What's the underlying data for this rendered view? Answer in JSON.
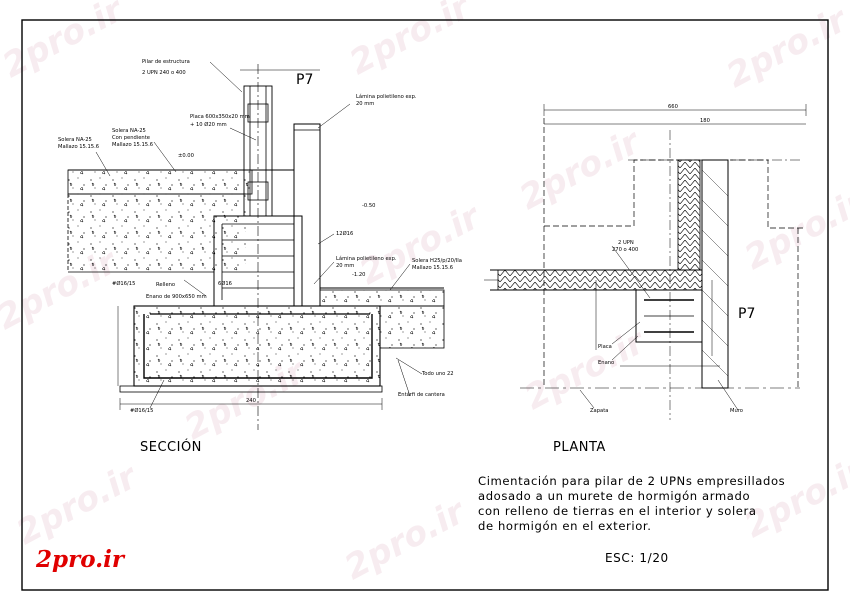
{
  "watermark": "2pro.ir",
  "brand": "2pro.ir",
  "section": {
    "title": "SECCIÓN",
    "column_mark": "P7",
    "notes": {
      "pillar": "Pilar de estructura",
      "pillar_spec": "2 UPN 240 o 400",
      "plate": "Placa 600x350x20 mm",
      "plate_bolts": "+ 10 Ø20 mm",
      "lamina_top": "Lámina polietileno exp.",
      "lamina_top_mm": "20 mm",
      "solera_left": "Solera NA-25",
      "solera_left_mesh": "Mallazo 15.15.6",
      "solera_mid": "Solera NA-25",
      "solera_mid2": "Con pendiente",
      "solera_mid_mesh": "Mallazo 15.15.6",
      "level_0": "±0.00",
      "level_050": "-0.50",
      "level_120": "-1.20",
      "bar_12": "12Ø16",
      "lamina_mid": "Lámina polietileno exp.",
      "lamina_mid_mm": "20 mm",
      "solera_right": "Solera H25/p/20/IIa",
      "solera_right_mesh": "Mallazo 15.15.6",
      "relleno": "Relleno",
      "bar_816": "#Ø16/15",
      "enano": "Enano de 900x650 mm",
      "bar_616": "6Ø16",
      "todo_uno": "Todo uno 22",
      "encachado": "Entárfi de cantera",
      "bar_bottom": "#Ø16/15",
      "dim_width": "240"
    }
  },
  "plan": {
    "title": "PLANTA",
    "column_mark": "P7",
    "notes": {
      "upn": "2 UPN",
      "upn_size": "270 o 400",
      "placa": "Placa",
      "enano": "Enano",
      "zapata": "Zapata",
      "muro": "Muro",
      "dim_total": "660",
      "dim_part": "180"
    }
  },
  "description": [
    "Cimentación para pilar de 2 UPNs empresillados",
    "adosado a un murete de hormigón armado",
    "con relleno de tierras en el interior y solera",
    "de hormigón en el exterior."
  ],
  "scale": "ESC: 1/20",
  "colors": {
    "line": "#000000",
    "watermark": "#d596aa",
    "brand": "#e00000"
  }
}
